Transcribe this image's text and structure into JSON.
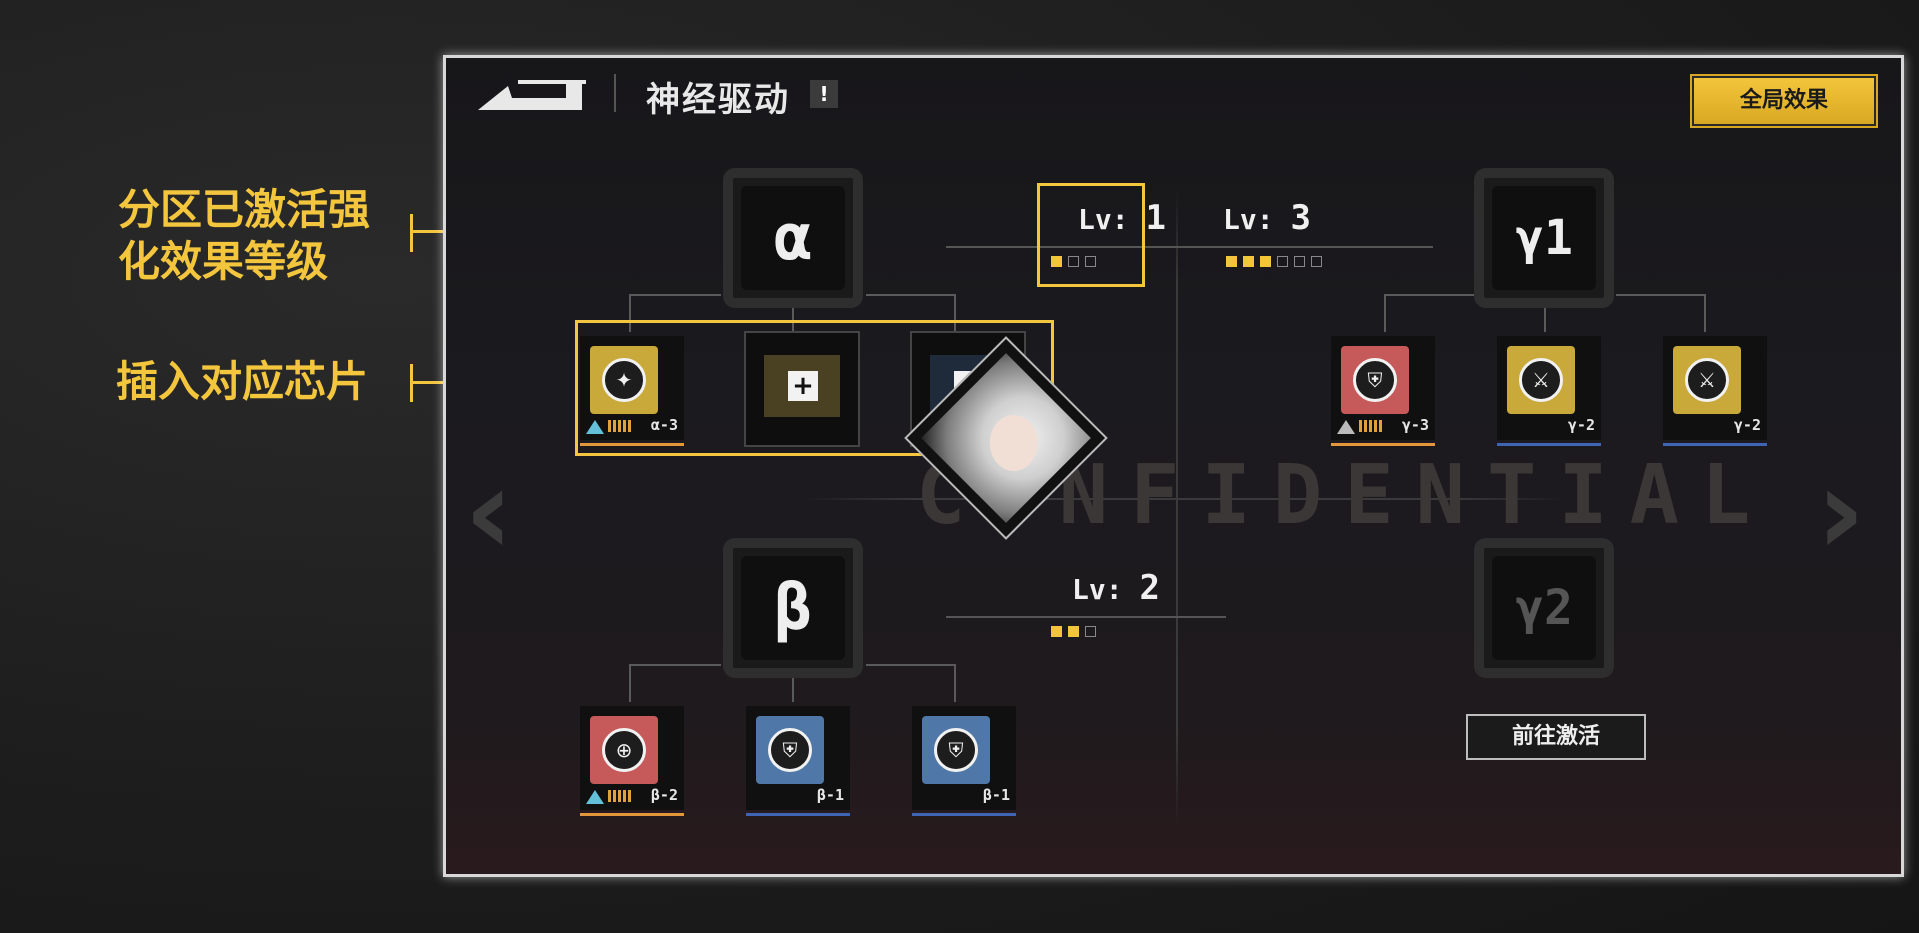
{
  "annotations": {
    "level_note": [
      "分区已激活强",
      "化效果等级"
    ],
    "chip_note": "插入对应芯片"
  },
  "header": {
    "title": "神经驱动",
    "alert_mark": "!",
    "global_button": "全局效果"
  },
  "watermark": "CONFIDENTIAL",
  "zones": {
    "alpha": {
      "symbol": "α",
      "level_label": "Lv:",
      "level": "1"
    },
    "beta": {
      "symbol": "β",
      "level_label": "Lv:",
      "level": "2"
    },
    "gamma1": {
      "symbol": "γ1",
      "level_label": "Lv:",
      "level": "3"
    },
    "gamma2": {
      "symbol": "γ2",
      "button": "前往激活"
    }
  },
  "chips": {
    "alpha_1": {
      "tag": "α-3"
    },
    "beta_1": {
      "tag": "β-2"
    },
    "beta_2": {
      "tag": "β-1"
    },
    "beta_3": {
      "tag": "β-1"
    },
    "gamma_1": {
      "tag": "γ-3"
    },
    "gamma_2": {
      "tag": "γ-2"
    },
    "gamma_3": {
      "tag": "γ-2"
    }
  },
  "slots": {
    "plus": "+"
  },
  "nav": {
    "prev": "‹",
    "next": "›"
  },
  "colors": {
    "accent": "#f4c63d",
    "gold_chip": "#c9a93a",
    "red_chip": "#c65a5a",
    "blue_chip": "#4f78a8",
    "orange_line": "#e3963a",
    "blue_line": "#3f64b5"
  },
  "icons": [
    "back-logo-icon",
    "alert-icon",
    "bullet-emblem-icon",
    "crosshair-emblem-icon",
    "shield-emblem-icon",
    "swords-emblem-icon",
    "plus-icon",
    "chevron-left-icon",
    "chevron-right-icon"
  ]
}
